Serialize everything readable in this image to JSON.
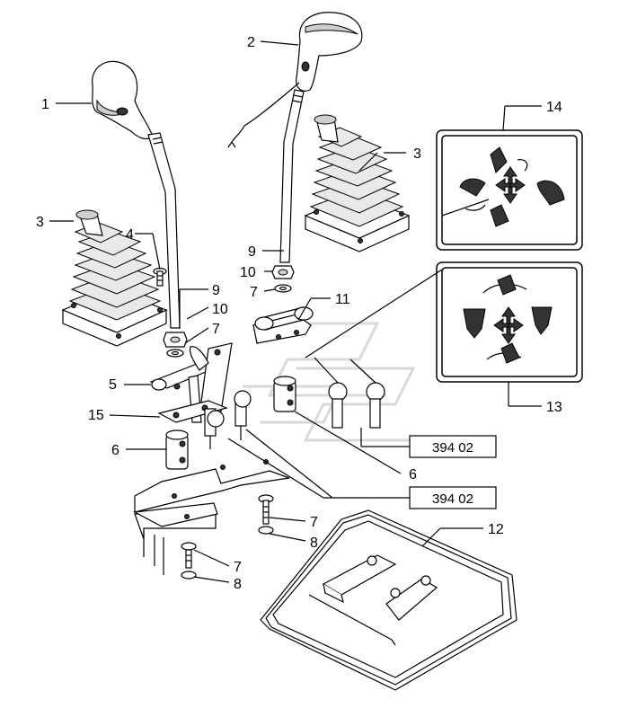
{
  "callouts": {
    "c1": "1",
    "c2": "2",
    "c3a": "3",
    "c3b": "3",
    "c4": "4",
    "c5": "5",
    "c6a": "6",
    "c6b": "6",
    "c7a": "7",
    "c7b": "7",
    "c7c": "7",
    "c7d": "7",
    "c8a": "8",
    "c8b": "8",
    "c9a": "9",
    "c9b": "9",
    "c10a": "10",
    "c10b": "10",
    "c11": "11",
    "c12": "12",
    "c13": "13",
    "c14": "14",
    "c15": "15"
  },
  "reference_boxes": {
    "ref_upper": "394 02",
    "ref_lower": "394 02"
  },
  "colors": {
    "line": "#000000",
    "fill_dark": "#333333",
    "watermark": "#d9d9d9"
  }
}
